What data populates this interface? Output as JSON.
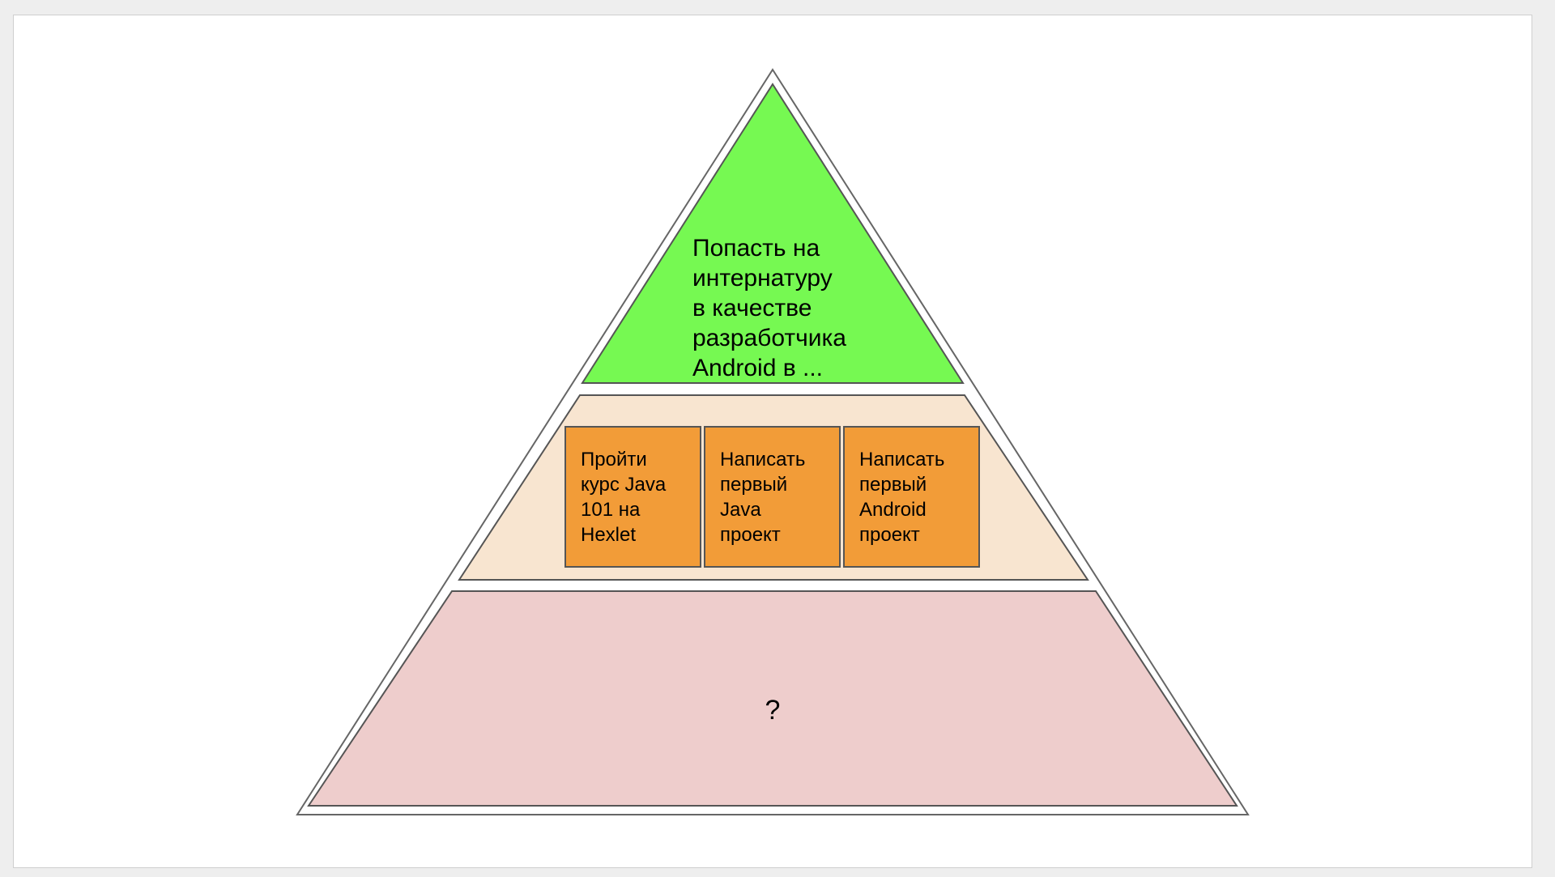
{
  "colors": {
    "outline": "#555555",
    "top_fill": "#76f952",
    "middle_fill": "#f8e5d0",
    "box_fill": "#f29c38",
    "bottom_fill": "#eecdcc"
  },
  "pyramid": {
    "top": {
      "text": "Попасть на\nинтернатуру\nв качестве\nразработчика\nAndroid в ..."
    },
    "middle": {
      "boxes": [
        {
          "text": "Пройти\nкурс Java\n101 на\nHexlet"
        },
        {
          "text": "Написать\nпервый\nJava\nпроект"
        },
        {
          "text": "Написать\nпервый\nAndroid\nпроект"
        }
      ]
    },
    "bottom": {
      "text": "?"
    }
  }
}
